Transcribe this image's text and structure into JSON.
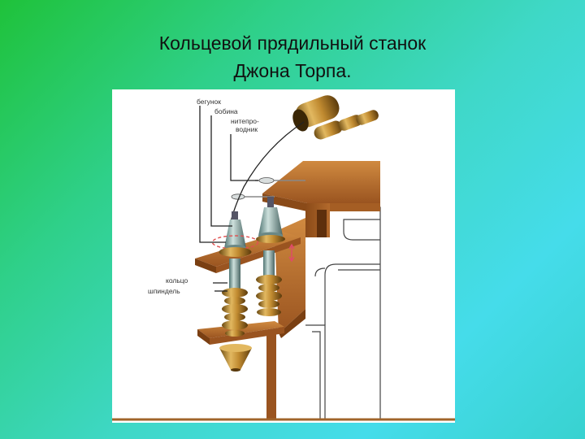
{
  "title": {
    "line1": "Кольцевой прядильный станок",
    "line2": "Джона Торпа."
  },
  "figure": {
    "labels": {
      "runner": "бегунок",
      "bobbin": "бобина",
      "guide_line1": "нитепро-",
      "guide_line2": "водник",
      "ring": "кольцо",
      "spindle": "шпиндель"
    }
  },
  "colors": {
    "background_from": "#1fc23a",
    "background_to": "#45dcea",
    "frame_wood": "#b56a2a",
    "frame_dark": "#7a3f12",
    "brass": "#c9993c",
    "steel": "#7fa7a6"
  }
}
